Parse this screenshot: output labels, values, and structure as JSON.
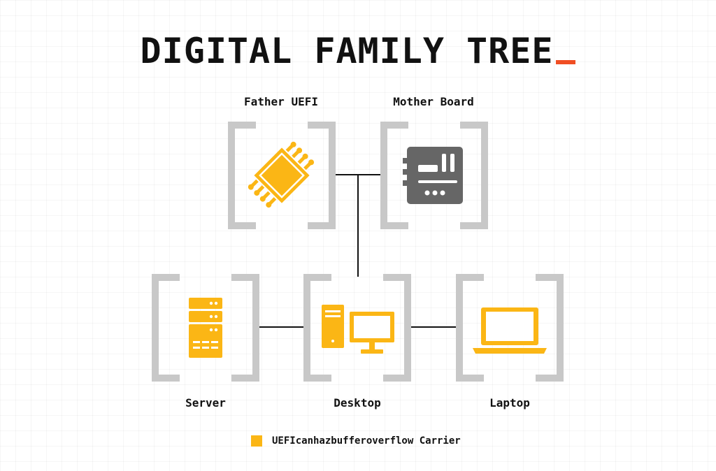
{
  "title": "DIGITAL FAMILY TREE",
  "colors": {
    "carrier": "#FBB615",
    "neutral": "#666666",
    "bracket": "#C8C8C8",
    "accent": "#F04E23",
    "line": "#111111"
  },
  "nodes": {
    "father": {
      "label": "Father UEFI",
      "icon": "chip-icon",
      "carrier": true
    },
    "mother": {
      "label": "Mother Board",
      "icon": "motherboard-icon",
      "carrier": false
    },
    "server": {
      "label": "Server",
      "icon": "server-icon",
      "carrier": true
    },
    "desktop": {
      "label": "Desktop",
      "icon": "desktop-icon",
      "carrier": true
    },
    "laptop": {
      "label": "Laptop",
      "icon": "laptop-icon",
      "carrier": true
    }
  },
  "legend": {
    "label": "UEFIcanhazbufferoverflow Carrier"
  }
}
